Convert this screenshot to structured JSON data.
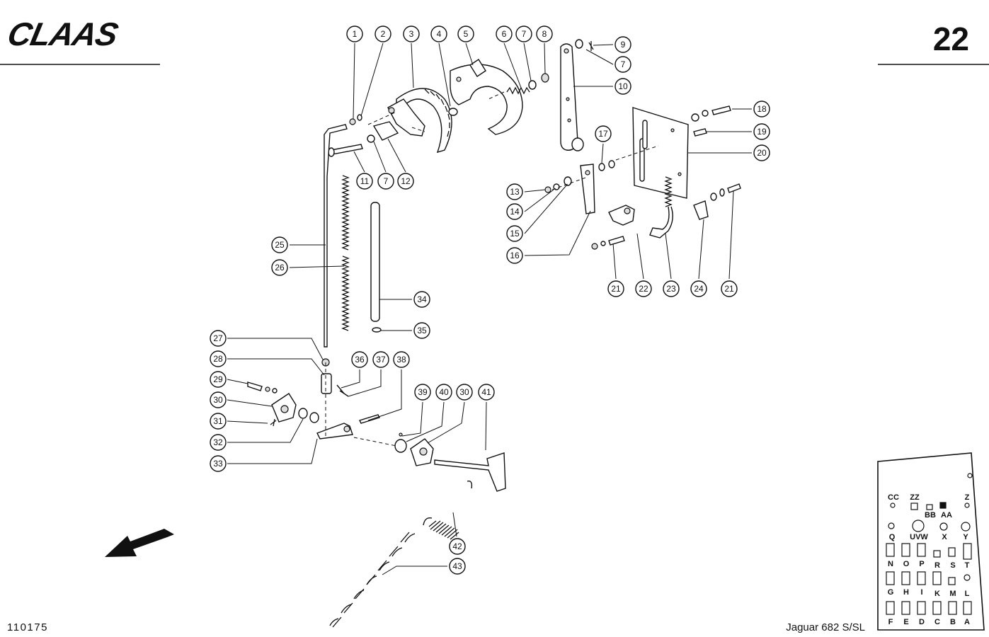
{
  "brand": {
    "logo_text": "CLAAS"
  },
  "page_number": "22",
  "drawing_number": "110175",
  "model": "Jaguar 682 S/SL",
  "callouts": [
    {
      "label": "1"
    },
    {
      "label": "2"
    },
    {
      "label": "3"
    },
    {
      "label": "4"
    },
    {
      "label": "5"
    },
    {
      "label": "6"
    },
    {
      "label": "7"
    },
    {
      "label": "8"
    },
    {
      "label": "9"
    },
    {
      "label": "7"
    },
    {
      "label": "10"
    },
    {
      "label": "11"
    },
    {
      "label": "7"
    },
    {
      "label": "12"
    },
    {
      "label": "13"
    },
    {
      "label": "14"
    },
    {
      "label": "15"
    },
    {
      "label": "16"
    },
    {
      "label": "17"
    },
    {
      "label": "18"
    },
    {
      "label": "19"
    },
    {
      "label": "20"
    },
    {
      "label": "21"
    },
    {
      "label": "22"
    },
    {
      "label": "23"
    },
    {
      "label": "24"
    },
    {
      "label": "21"
    },
    {
      "label": "25"
    },
    {
      "label": "26"
    },
    {
      "label": "34"
    },
    {
      "label": "35"
    },
    {
      "label": "27"
    },
    {
      "label": "28"
    },
    {
      "label": "36"
    },
    {
      "label": "37"
    },
    {
      "label": "38"
    },
    {
      "label": "29"
    },
    {
      "label": "30"
    },
    {
      "label": "31"
    },
    {
      "label": "32"
    },
    {
      "label": "33"
    },
    {
      "label": "39"
    },
    {
      "label": "40"
    },
    {
      "label": "30"
    },
    {
      "label": "41"
    },
    {
      "label": "42"
    },
    {
      "label": "43"
    }
  ],
  "panel_labels": [
    "CC",
    "ZZ",
    "Z",
    "BB",
    "AA",
    "Q",
    "UVW",
    "X",
    "Y",
    "N",
    "O",
    "P",
    "R",
    "S",
    "T",
    "G",
    "H",
    "I",
    "K",
    "M",
    "L",
    "F",
    "E",
    "D",
    "C",
    "B",
    "A"
  ],
  "highlighted_panel_label": "AA"
}
